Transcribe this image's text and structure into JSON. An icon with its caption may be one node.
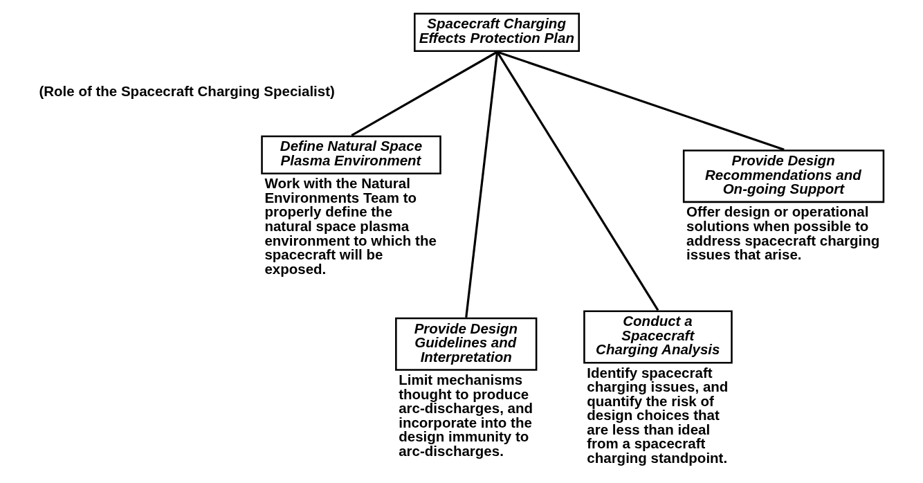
{
  "diagram": {
    "nodes": [
      {
        "text": [
          "Spacecraft Charging Effects Protection Plan"
        ]
      },
      {
        "text": [
          "Define Natural Space Plasma Environment"
        ],
        "beside": [
          "Work with the Natural Environments Team to properly define the natural space plasma environment to which the spacecraft will be exposed."
        ]
      },
      {
        "text": [
          "Provide Design Guidelines and Interpretation"
        ],
        "beside": [
          "Limit mechanisms thought to produce arc-discharges, and incorporate into the design immunity to arc-discharges."
        ]
      },
      {
        "text": [
          "Conduct a Spacecraft Charging Analysis"
        ],
        "beside": [
          "Identify spacecraft charging issues, and quantify the risk of design choices that are less than ideal from a spacecraft charging standpoint."
        ]
      },
      {
        "text": [
          "Provide Design Recommendations and On-going Support"
        ],
        "beside": [
          "Offer design or operational solutions when possible to address spacecraft charging issues that arise."
        ]
      }
    ],
    "edges": [
      {
        "from": 0,
        "to": 1,
        "arrow": "none"
      },
      {
        "from": 0,
        "to": 2,
        "arrow": "none"
      },
      {
        "from": 0,
        "to": 3,
        "arrow": "none"
      },
      {
        "from": 0,
        "to": 4,
        "arrow": "none"
      }
    ],
    "labels": [
      "(Role of the Spacecraft Charging Specialist)"
    ]
  }
}
